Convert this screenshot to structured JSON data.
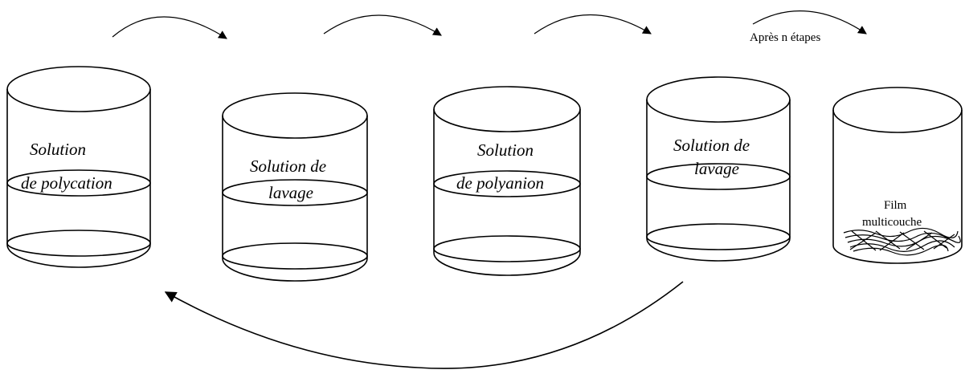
{
  "beakers": [
    {
      "id": "polycation",
      "line1": "Solution",
      "line2": "de polycation"
    },
    {
      "id": "wash1",
      "line1": "Solution de",
      "line2": "lavage"
    },
    {
      "id": "polyanion",
      "line1": "Solution",
      "line2": "de polyanion"
    },
    {
      "id": "wash2",
      "line1": "Solution de",
      "line2": "lavage"
    },
    {
      "id": "film",
      "line1": "Film",
      "line2": "multicouche"
    }
  ],
  "arrow_label": "Après n étapes",
  "colors": {
    "stroke": "#000000",
    "background": "#ffffff"
  }
}
